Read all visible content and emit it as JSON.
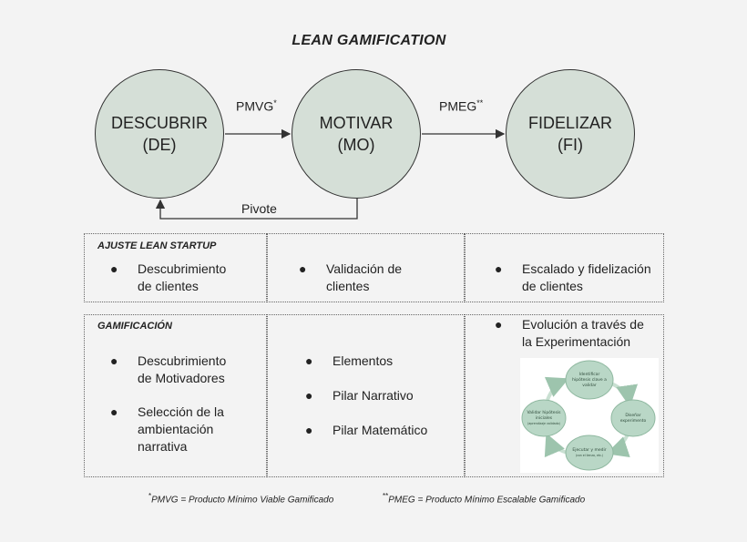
{
  "title": "LEAN GAMIFICATION",
  "stages": [
    {
      "name": "DESCUBRIR",
      "abbr": "(DE)"
    },
    {
      "name": "MOTIVAR",
      "abbr": "(MO)"
    },
    {
      "name": "FIDELIZAR",
      "abbr": "(FI)"
    }
  ],
  "flows": [
    {
      "label": "PMVG",
      "mark": "*"
    },
    {
      "label": "PMEG",
      "mark": "**"
    },
    {
      "label": "Pivote",
      "mark": ""
    }
  ],
  "lean_startup": {
    "title": "AJUSTE LEAN STARTUP",
    "bullet": "●",
    "col1": [
      "Descubrimiento",
      "de clientes"
    ],
    "col2": [
      "Validación de",
      "clientes"
    ],
    "col3": [
      "Escalado y fidelización",
      "de clientes"
    ]
  },
  "gamificacion": {
    "title": "GAMIFICACIÓN",
    "col1_item1": [
      "Descubrimiento",
      "de Motivadores"
    ],
    "col1_item2": [
      "Selección de la",
      "ambientación",
      "narrativa"
    ],
    "col2": [
      "Elementos",
      "Pilar Narrativo",
      "Pilar Matemático"
    ],
    "col3": [
      "Evolución a través de",
      "la Experimentación"
    ]
  },
  "cycle": {
    "top": [
      "Identificar",
      "hipótesis clave a",
      "validar"
    ],
    "right": [
      "Diseñar",
      "experimento"
    ],
    "bottom": [
      "Ejecutar y medir",
      "(con el lienzo, etc.)"
    ],
    "left": [
      "Validar hipótesis",
      "iniciales",
      "(aprendizaje validado)"
    ],
    "color": "#b9d7c6"
  },
  "footnotes": [
    {
      "mark": "*",
      "text": "PMVG = Producto Mínimo Viable Gamificado"
    },
    {
      "mark": "**",
      "text": "PMEG = Producto Mínimo Escalable Gamificado"
    }
  ]
}
